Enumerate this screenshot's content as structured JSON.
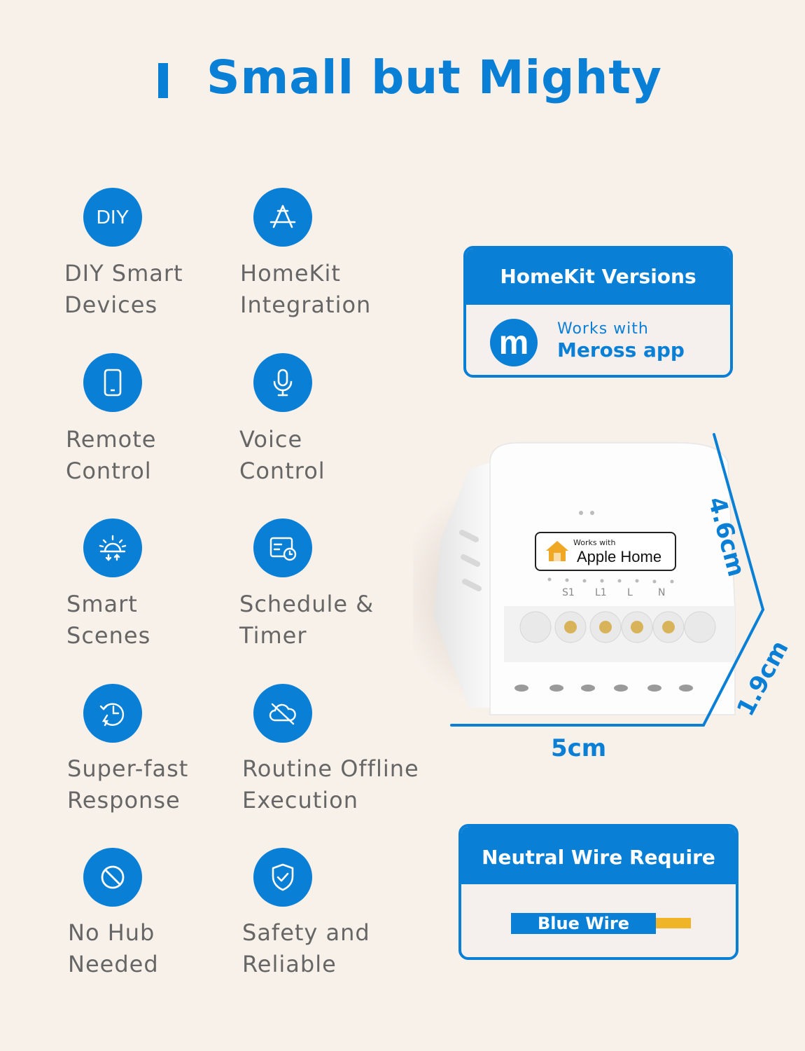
{
  "header": {
    "title": "Small but Mighty"
  },
  "features": [
    {
      "icon": "diy-icon",
      "icon_text": "DIY",
      "line1": "DIY Smart",
      "line2": "Devices"
    },
    {
      "icon": "app-store-icon",
      "line1": "HomeKit",
      "line2": "Integration"
    },
    {
      "icon": "tablet-icon",
      "line1": "Remote",
      "line2": "Control"
    },
    {
      "icon": "microphone-icon",
      "line1": "Voice",
      "line2": "Control"
    },
    {
      "icon": "sunrise-icon",
      "line1": "Smart",
      "line2": "Scenes"
    },
    {
      "icon": "schedule-clock-icon",
      "line1": "Schedule &",
      "line2": "Timer"
    },
    {
      "icon": "fast-response-icon",
      "line1": "Super-fast",
      "line2": "Response"
    },
    {
      "icon": "offline-cloud-icon",
      "line1": "Routine Offline",
      "line2": "Execution"
    },
    {
      "icon": "no-hub-icon",
      "line1": "No Hub",
      "line2": "Needed"
    },
    {
      "icon": "shield-check-icon",
      "line1": "Safety and",
      "line2": "Reliable"
    }
  ],
  "homekit_box": {
    "title": "HomeKit Versions",
    "logo_letter": "m",
    "works_with": "Works with",
    "app_name": "Meross app"
  },
  "device": {
    "badge_small": "Works with",
    "badge_main": "Apple Home",
    "terminals": [
      "S1",
      "L1",
      "L",
      "N"
    ]
  },
  "dimensions": {
    "height": "4.6cm",
    "depth": "1.9cm",
    "width": "5cm"
  },
  "neutral_box": {
    "title": "Neutral Wire Require",
    "wire_label": "Blue Wire"
  },
  "colors": {
    "brand_blue": "#0a7fd6",
    "background": "#f8f1ea",
    "wire_yellow": "#f0b429"
  }
}
